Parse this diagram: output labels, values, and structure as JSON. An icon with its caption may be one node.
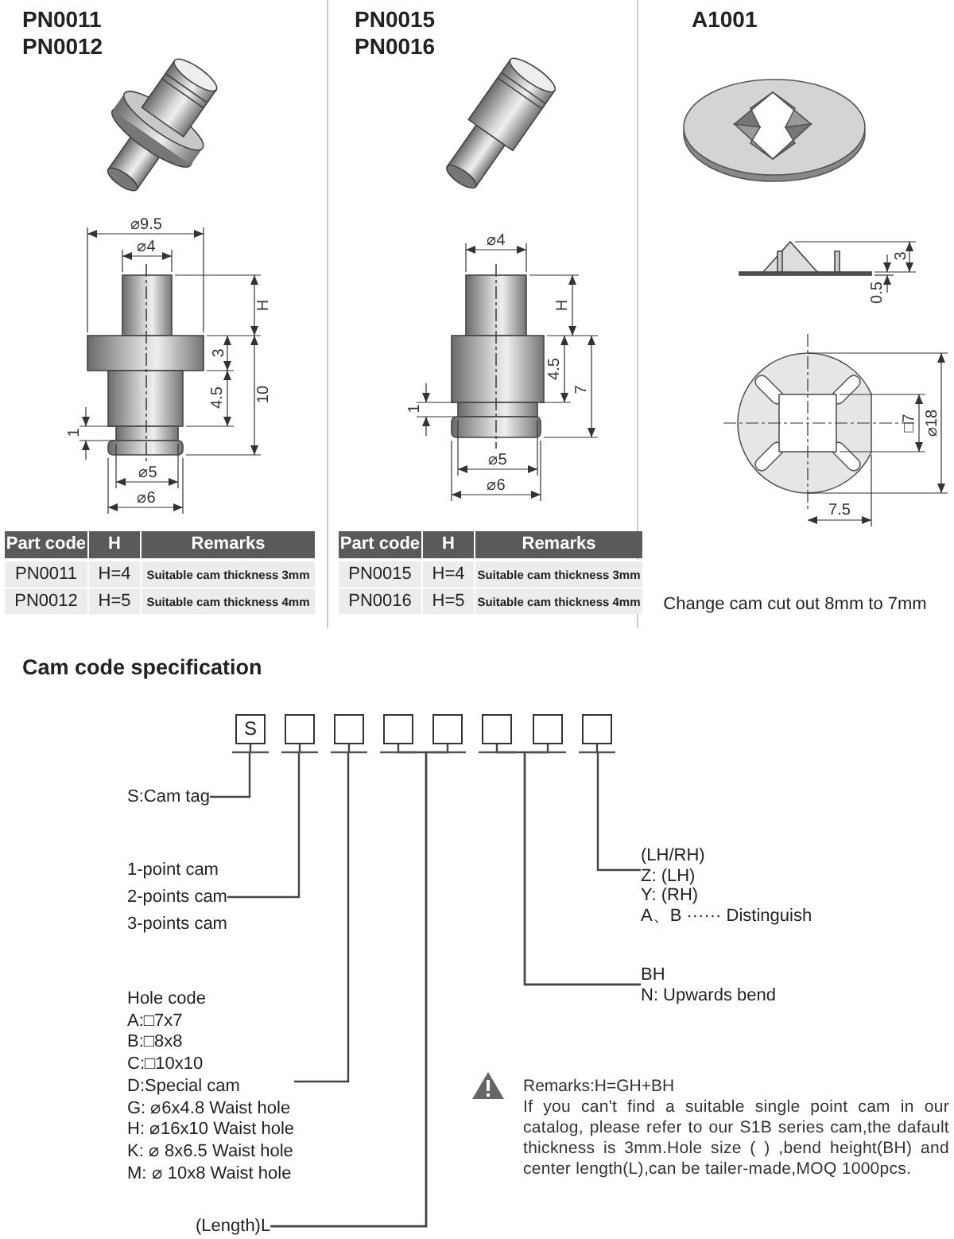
{
  "diagram": {
    "title": "Cam code specification",
    "nodes": [
      {
        "text": [
          "S"
        ]
      },
      {
        "text": [],
        "shape": "box"
      },
      {
        "text": [],
        "shape": "box"
      },
      {
        "text": [],
        "shape": "box"
      },
      {
        "text": [],
        "shape": "box"
      },
      {
        "text": [],
        "shape": "box"
      },
      {
        "text": [],
        "shape": "box"
      },
      {
        "text": [],
        "shape": "box"
      },
      {
        "text": [
          "S:Cam tag"
        ]
      },
      {
        "text": [
          "1-point cam",
          "2-points cam",
          "3-points cam"
        ]
      },
      {
        "text": [
          "Hole code",
          "A:□7x7",
          "B:□8x8",
          "C:□10x10",
          "D:Special cam",
          "G: ⌀6x4.8 Waist hole",
          "H: ⌀16x10 Waist hole",
          "K: ⌀ 8x6.5 Waist hole",
          "M: ⌀ 10x8 Waist hole"
        ]
      },
      {
        "text": [
          "(Length)L"
        ]
      },
      {
        "text": [
          "(LH/RH)",
          "Z: (LH)",
          "Y: (RH)",
          "A、B ······ Distinguish"
        ]
      },
      {
        "text": [
          "BH",
          "N: Upwards bend"
        ]
      }
    ],
    "edges": [
      {
        "from": 0,
        "to": 8,
        "arrow": "none"
      },
      {
        "from": 1,
        "to": 9,
        "arrow": "none"
      },
      {
        "from": 2,
        "to": 10,
        "arrow": "none"
      },
      {
        "from": 3,
        "to": 11,
        "arrow": "none"
      },
      {
        "from": 4,
        "to": 11,
        "arrow": "none"
      },
      {
        "from": 5,
        "to": 13,
        "arrow": "none"
      },
      {
        "from": 6,
        "to": 13,
        "arrow": "none"
      },
      {
        "from": 7,
        "to": 12,
        "arrow": "none"
      }
    ],
    "labels": [
      "PN0011",
      "PN0012",
      "⌀9.5",
      "⌀4",
      "H",
      "3",
      "4.5",
      "10",
      "1",
      "⌀5",
      "⌀6",
      "Part code",
      "H",
      "Remarks",
      "PN0011",
      "H=4",
      "Suitable cam thickness 3mm",
      "PN0012",
      "H=5",
      "Suitable cam thickness 4mm",
      "PN0015",
      "PN0016",
      "⌀4",
      "H",
      "4.5",
      "7",
      "1",
      "⌀5",
      "⌀6",
      "Part code",
      "H",
      "Remarks",
      "PN0015",
      "H=4",
      "Suitable cam thickness 3mm",
      "PN0016",
      "H=5",
      "Suitable cam thickness 4mm",
      "A1001",
      "3",
      "0.5",
      "□7",
      "⌀18",
      "7.5",
      "Change cam cut out 8mm to 7mm",
      "Remarks:H=GH+BH",
      "If you can't find a suitable single point cam in our catalog, please refer to our S1B series cam,the dafault thickness is 3mm.Hole size ( ) ,bend height(BH) and center length(L),can be tailer-made,MOQ 1000pcs."
    ]
  }
}
